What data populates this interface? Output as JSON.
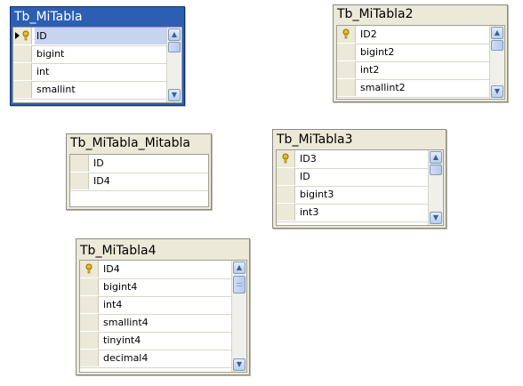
{
  "tables": [
    {
      "name": "Tb_MiTabla",
      "selected": true,
      "rows": [
        {
          "label": "ID",
          "key": true,
          "current": true
        },
        {
          "label": "bigint",
          "key": false
        },
        {
          "label": "int",
          "key": false
        },
        {
          "label": "smallint",
          "key": false
        }
      ]
    },
    {
      "name": "Tb_MiTabla2",
      "rows": [
        {
          "label": "ID2",
          "key": true
        },
        {
          "label": "bigint2",
          "key": false
        },
        {
          "label": "int2",
          "key": false
        },
        {
          "label": "smallint2",
          "key": false
        }
      ]
    },
    {
      "name": "Tb_MiTabla_Mitabla",
      "rows": [
        {
          "label": "ID",
          "key": false
        },
        {
          "label": "ID4",
          "key": false
        }
      ]
    },
    {
      "name": "Tb_MiTabla3",
      "rows": [
        {
          "label": "ID3",
          "key": true
        },
        {
          "label": "ID",
          "key": false
        },
        {
          "label": "bigint3",
          "key": false
        },
        {
          "label": "int3",
          "key": false
        }
      ]
    },
    {
      "name": "Tb_MiTabla4",
      "rows": [
        {
          "label": "ID4",
          "key": true
        },
        {
          "label": "bigint4",
          "key": false
        },
        {
          "label": "int4",
          "key": false
        },
        {
          "label": "smallint4",
          "key": false
        },
        {
          "label": "tinyint4",
          "key": false
        },
        {
          "label": "decimal4",
          "key": false
        }
      ]
    }
  ],
  "colors": {
    "selected_title_bg": "#2c5fb3",
    "window_bg": "#ece9d8",
    "key_icon": "#e8c21e"
  },
  "icons": {
    "key": "key-icon",
    "current_row": "row-pointer-icon",
    "scroll_up": "scroll-up-arrow-icon",
    "scroll_down": "scroll-down-arrow-icon"
  }
}
